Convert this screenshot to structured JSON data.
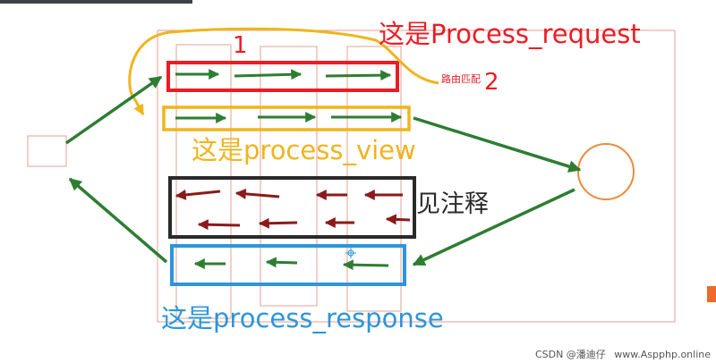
{
  "diagram": {
    "labels": {
      "process_request": "这是Process_request",
      "process_view": "这是process_view",
      "process_response": "这是process_response",
      "see_note": "见注释",
      "route_match": "路由匹配",
      "step_1": "1",
      "step_2": "2"
    },
    "watermark": {
      "csdn": "CSDN @潘迪仔",
      "site": "www.Aspphp.online"
    },
    "colors": {
      "request": "#ec1c24",
      "view": "#f0b41c",
      "response": "#2d95dc",
      "note": "#2a2a2a",
      "green_arrow": "#2e7d32",
      "dark_red_arrow": "#8b1a1a",
      "frame": "#e3a093",
      "circle": "#ec8a3a"
    },
    "icons": [
      "request-node",
      "view-node-circle",
      "arrow-icon"
    ]
  }
}
